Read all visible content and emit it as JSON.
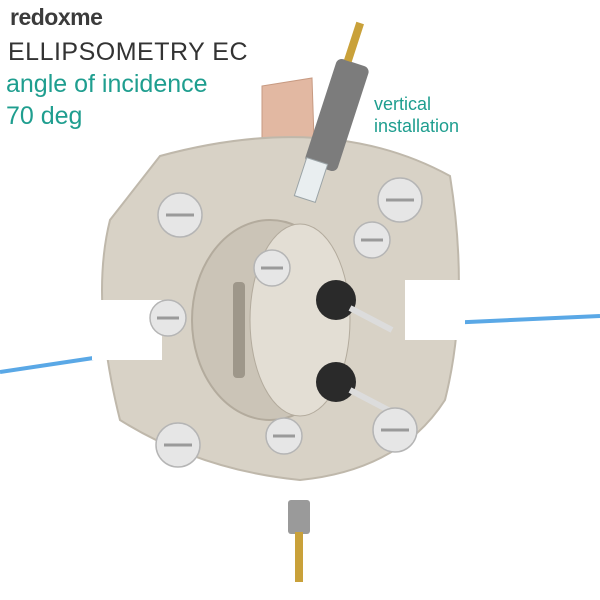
{
  "brand": {
    "name": "redoxme"
  },
  "header": {
    "title": "ELLIPSOMETRY EC",
    "angle_line1": "angle of incidence",
    "angle_line2": "70 deg"
  },
  "annotation": {
    "line1": "vertical",
    "line2": "installation"
  },
  "colors": {
    "accent": "#1f9e8f",
    "body": "#d8d2c6",
    "beam": "#5aa8e6",
    "text": "#333333"
  }
}
